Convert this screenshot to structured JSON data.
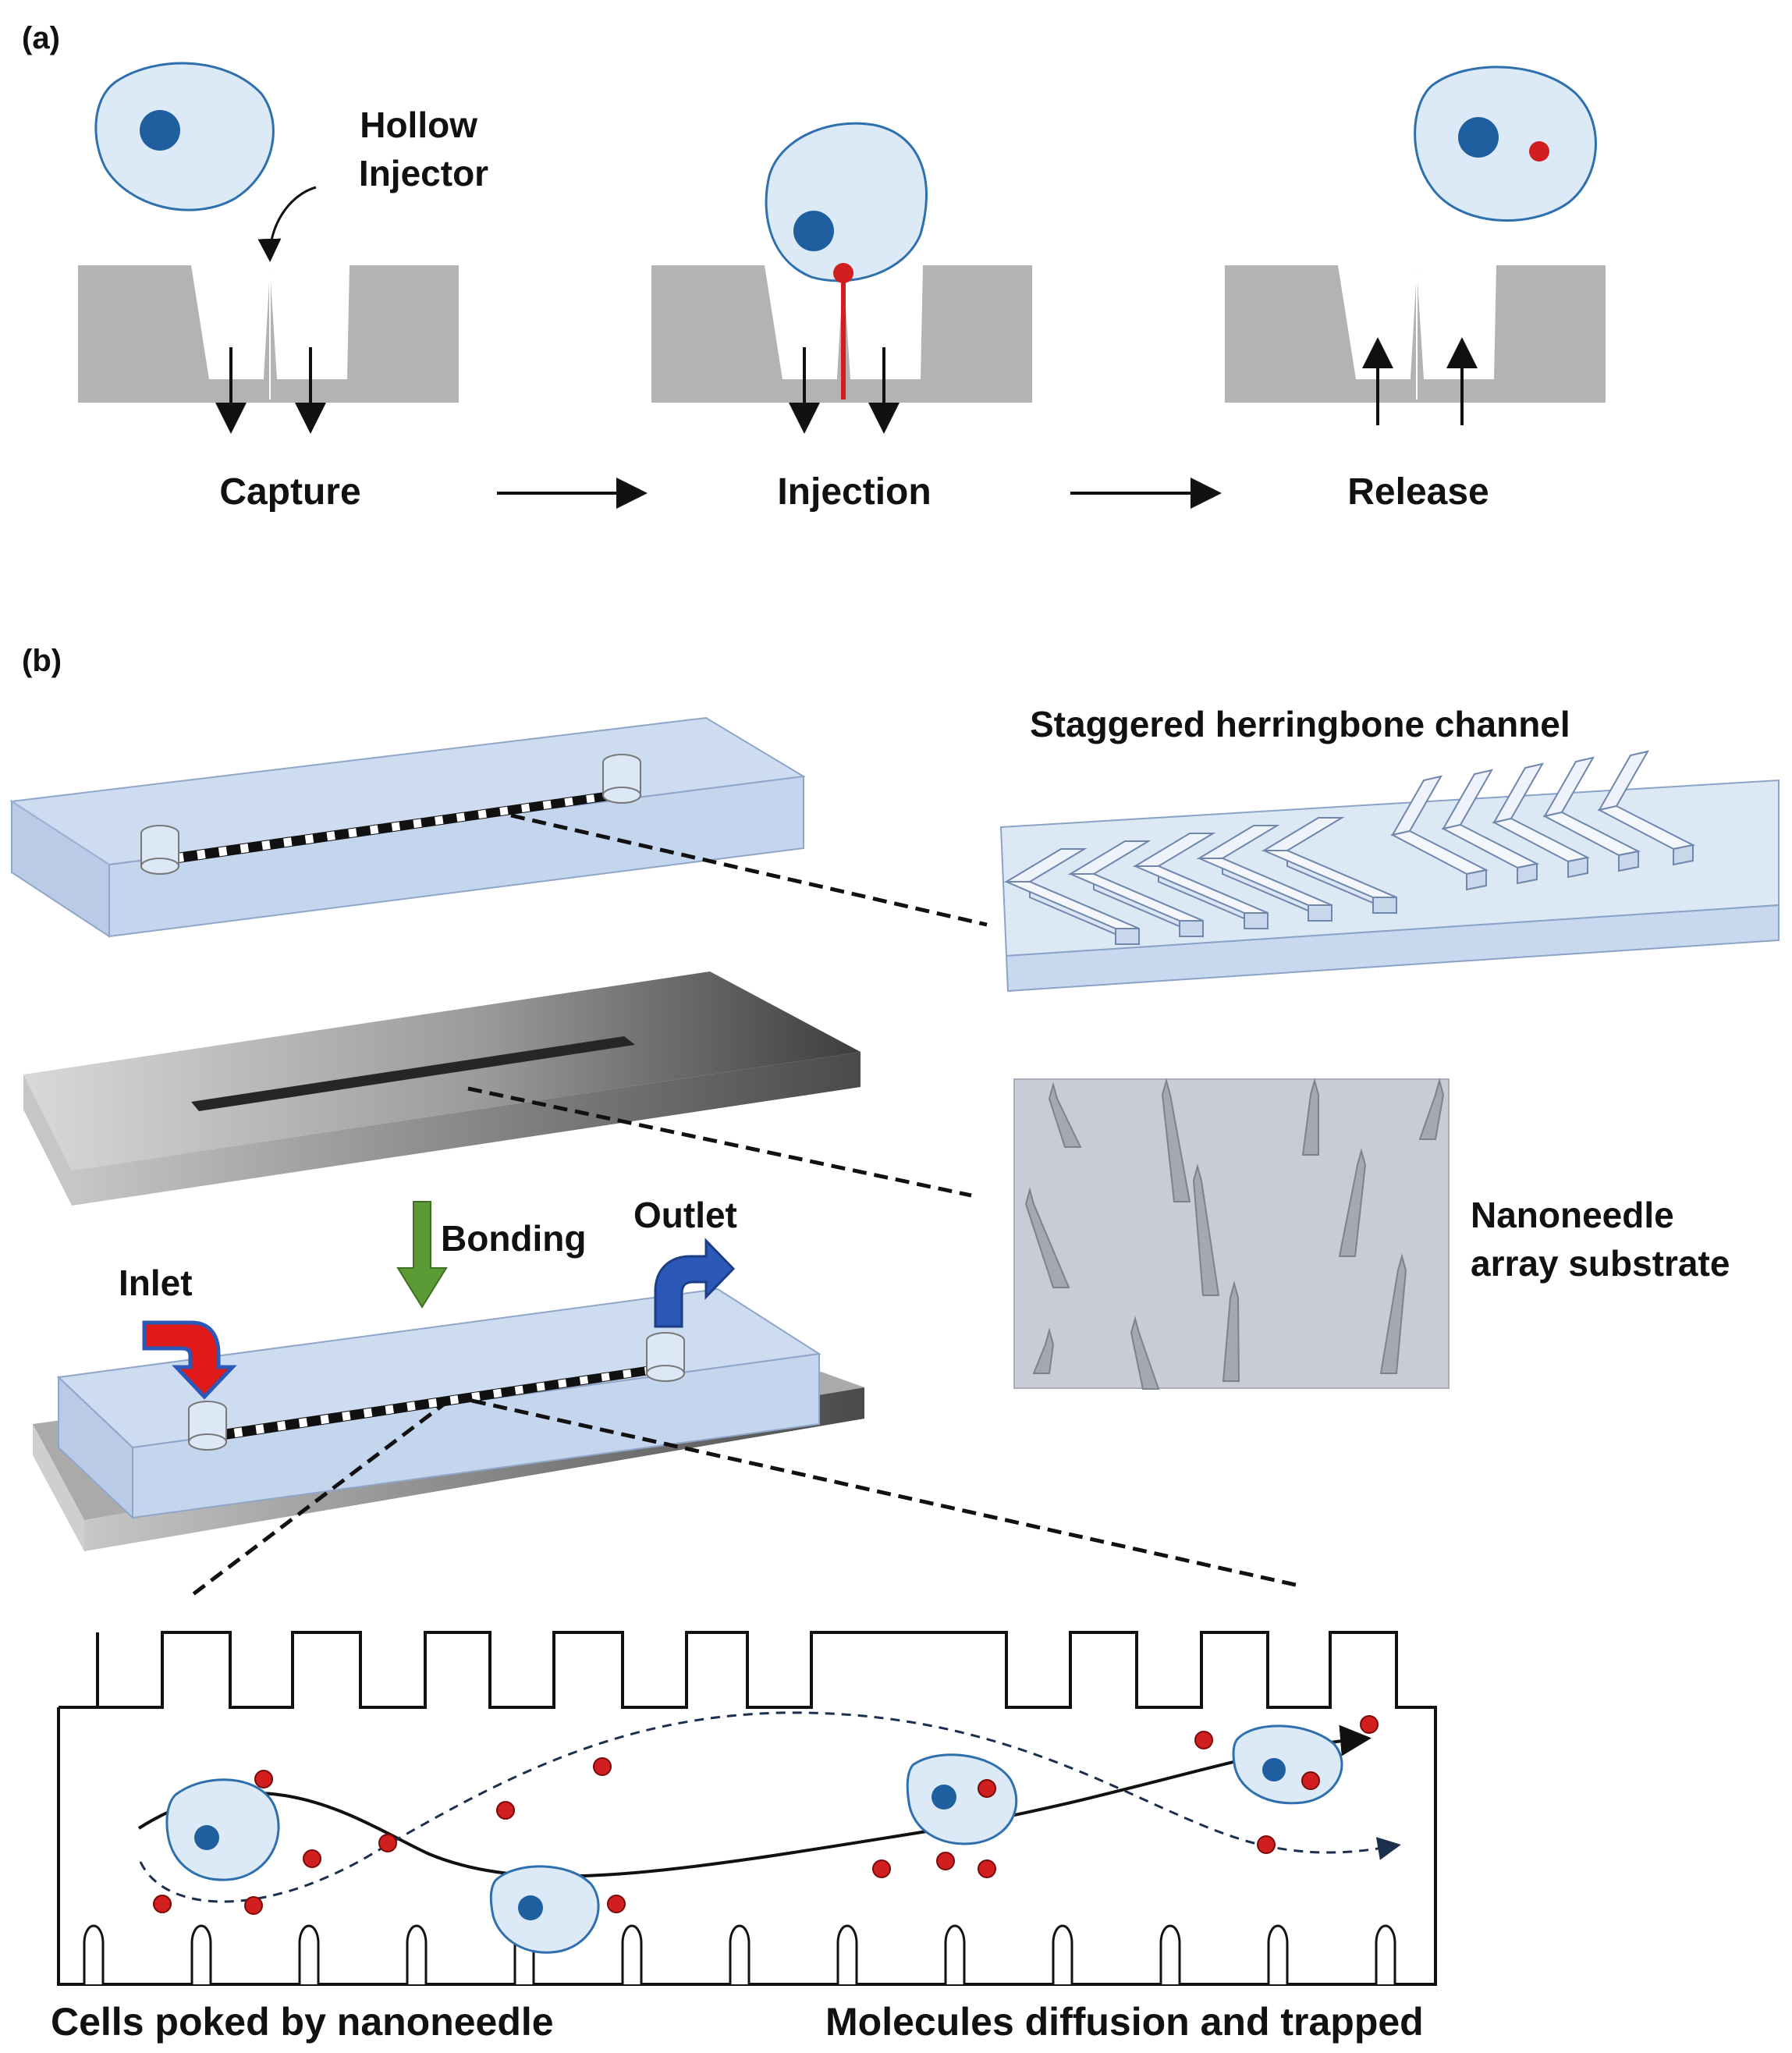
{
  "panel_a": {
    "label": "(a)",
    "callout": [
      "Hollow",
      "Injector"
    ],
    "steps": [
      "Capture",
      "Injection",
      "Release"
    ]
  },
  "panel_b": {
    "label": "(b)",
    "herringbone_title": "Staggered herringbone channel",
    "nanoneedle_label": [
      "Nanoneedle",
      "array substrate"
    ],
    "bonding_label": "Bonding",
    "inlet_label": "Inlet",
    "outlet_label": "Outlet",
    "bottom_left_caption": "Cells poked by nanoneedle",
    "bottom_right_caption": "Molecules diffusion and trapped"
  },
  "colors": {
    "cell_fill": "#dce9f7",
    "cell_stroke": "#2e6fad",
    "nucleus": "#1f5fa0",
    "molecule": "#d11f1f",
    "chip_gray": "#b3b3b3",
    "glass_fill": "#cddcf0",
    "inlet_arrow": "#e01919",
    "outlet_arrow": "#2c58b8",
    "bonding_arrow": "#4f8f2e"
  }
}
